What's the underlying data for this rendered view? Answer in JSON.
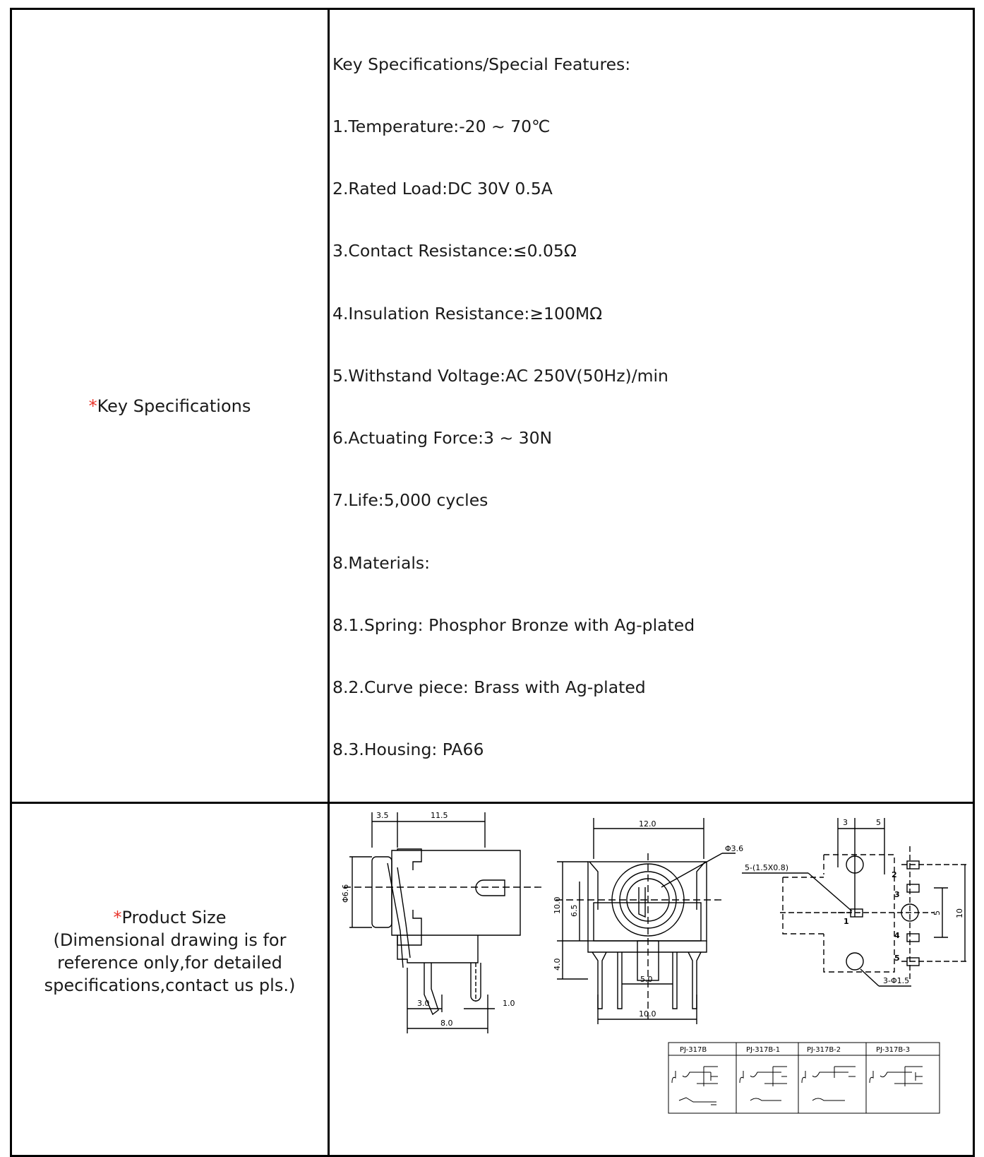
{
  "rows": {
    "specs": {
      "asterisk": "*",
      "label": "Key Specifications",
      "heading": "Key Specifications/Special Features:",
      "items": [
        "1.Temperature:-20 ~ 70℃",
        "2.Rated Load:DC 30V 0.5A",
        "3.Contact Resistance:≤0.05Ω",
        "4.Insulation Resistance:≥100MΩ",
        "5.Withstand Voltage:AC 250V(50Hz)/min",
        "6.Actuating Force:3 ~ 30N",
        "7.Life:5,000 cycles",
        "8.Materials:",
        "8.1.Spring: Phosphor Bronze with Ag-plated",
        "8.2.Curve piece: Brass with Ag-plated",
        "8.3.Housing: PA66"
      ]
    },
    "size": {
      "asterisk": "*",
      "label": "Product Size",
      "note_lines": [
        "(Dimensional drawing is for",
        "reference only,for detailed",
        "specifications,contact us pls.)"
      ]
    }
  },
  "drawing": {
    "side_view": {
      "dim_top_a": "3.5",
      "dim_top_b": "11.5",
      "dim_height": "Φ6.6",
      "dim_bottom_a": "3.0",
      "dim_bottom_b": "8.0",
      "dim_pin": "1.0"
    },
    "front_view": {
      "dim_width": "12.0",
      "dim_hole": "Φ3.6",
      "dim_height": "10.0",
      "dim_mid": "6.5",
      "dim_pin_len": "4.0",
      "dim_pin_span": "5.0",
      "dim_base": "10.0"
    },
    "pcb_view": {
      "dim_top_a": "3",
      "dim_top_b": "5",
      "dim_pad": "5-(1.5X0.8)",
      "dim_holes": "3-Φ1.5",
      "dim_right_a": "5",
      "dim_right_b": "10",
      "pin_labels": [
        "1",
        "2",
        "3",
        "4",
        "5"
      ]
    },
    "variants": [
      "PJ-317B",
      "PJ-317B-1",
      "PJ-317B-2",
      "PJ-317B-3"
    ]
  }
}
